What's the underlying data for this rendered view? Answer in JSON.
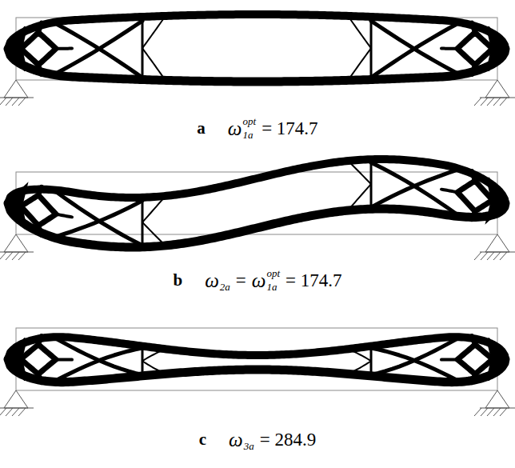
{
  "diagram": {
    "labels": [
      "a",
      "ω",
      "opt",
      "1a",
      "= 174.7",
      "b",
      "ω",
      "2a",
      "=",
      "ω",
      "opt",
      "1a",
      "= 174.7",
      "c",
      "ω",
      "3a",
      "= 284.9"
    ]
  }
}
